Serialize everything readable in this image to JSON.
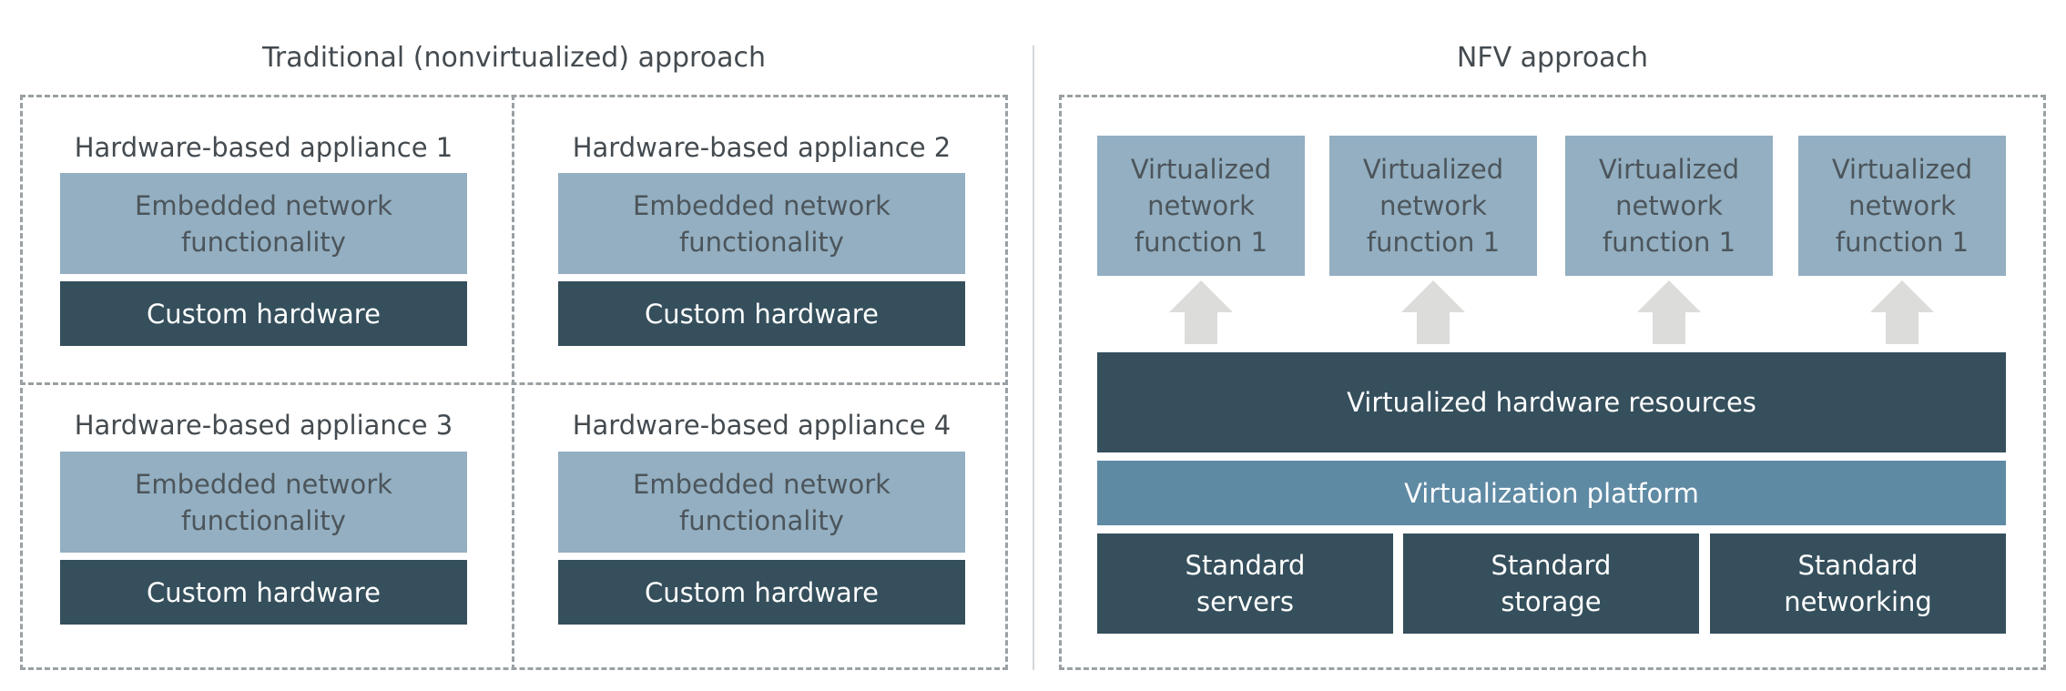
{
  "left": {
    "title": "Traditional (nonvirtualized) approach",
    "appliances": [
      {
        "title": "Hardware-based appliance 1",
        "function": "Embedded network\nfunctionality",
        "hardware": "Custom hardware"
      },
      {
        "title": "Hardware-based appliance 2",
        "function": "Embedded network\nfunctionality",
        "hardware": "Custom hardware"
      },
      {
        "title": "Hardware-based appliance 3",
        "function": "Embedded network\nfunctionality",
        "hardware": "Custom hardware"
      },
      {
        "title": "Hardware-based appliance 4",
        "function": "Embedded network\nfunctionality",
        "hardware": "Custom hardware"
      }
    ]
  },
  "right": {
    "title": "NFV approach",
    "vnfs": [
      "Virtualized\nnetwork\nfunction 1",
      "Virtualized\nnetwork\nfunction 1",
      "Virtualized\nnetwork\nfunction 1",
      "Virtualized\nnetwork\nfunction 1"
    ],
    "virtual_resources": "Virtualized hardware resources",
    "platform": "Virtualization platform",
    "standard": [
      "Standard\nservers",
      "Standard\nstorage",
      "Standard\nnetworking"
    ]
  },
  "colors": {
    "light_blue": "#93afc1",
    "dark_slate": "#354f5c",
    "mid_blue": "#5f8aa4",
    "arrow_gray": "#dcdcda",
    "dashed_border": "#9aa0a3"
  },
  "icons": {
    "arrow": "up-arrow-icon"
  }
}
